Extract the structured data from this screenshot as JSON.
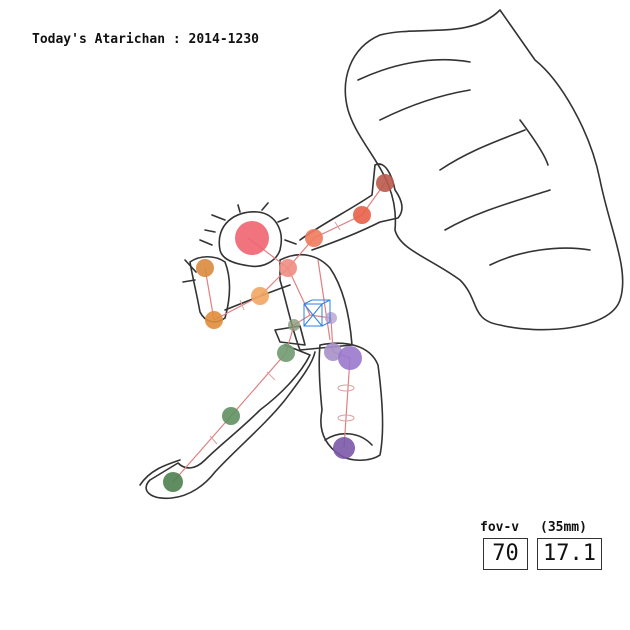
{
  "title": "Today's Atarichan : 2014-1230",
  "hud": {
    "fov_label": "fov-v",
    "lens_label": "(35mm)",
    "fov_value": "70",
    "focal_value": "17.1"
  },
  "colors": {
    "outline": "#333333",
    "bone": "#e08080",
    "head": "#ef6470",
    "right_arm": "#ee6a4c",
    "left_arm": "#e59040",
    "right_leg": "#8a6aba",
    "left_leg": "#5f9060",
    "cube": "#2f7fe0"
  },
  "icons": [
    "character-sketch",
    "camera-cube-icon"
  ]
}
